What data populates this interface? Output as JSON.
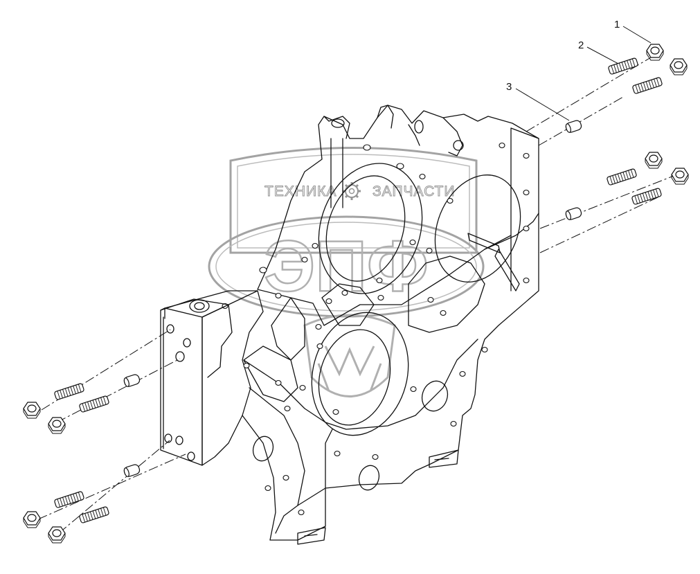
{
  "diagram": {
    "callouts": [
      {
        "id": "callout-1",
        "label": "1"
      },
      {
        "id": "callout-2",
        "label": "2"
      },
      {
        "id": "callout-3",
        "label": "3"
      }
    ],
    "watermark": {
      "left_word": "ТЕХНИКА",
      "right_word": "ЗАПЧАСТИ",
      "logo_letters": "ЭПФ"
    }
  }
}
